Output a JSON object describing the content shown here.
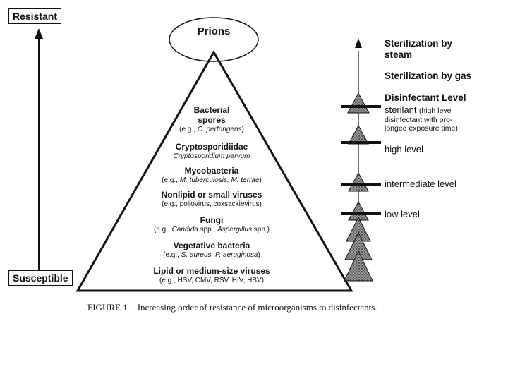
{
  "labels": {
    "resistant": "Resistant",
    "susceptible": "Susceptible",
    "prions": "Prions"
  },
  "pyramid": {
    "tiers": [
      {
        "name_line1": "Bacterial",
        "name_line2": "spores",
        "sub_prefix": "(e.g., ",
        "sub_italic": "C. perfringens",
        "sub_suffix": ")"
      },
      {
        "name": "Cryptosporidiidae",
        "sub_italic": "Cryptosporidium parvum"
      },
      {
        "name": "Mycobacteria",
        "sub_prefix": "(e.g., ",
        "sub_italic": "M. tuberculosis, M. terrae",
        "sub_suffix": ")"
      },
      {
        "name": "Nonlipid or small viruses",
        "sub": "(e.g., poliovirus, coxsackievirus)"
      },
      {
        "name": "Fungi",
        "sub_prefix": "(e.g., ",
        "sub_italic": "Candida",
        "sub_mid": " spp., ",
        "sub_italic2": "Aspergillus",
        "sub_suffix": " spp.)"
      },
      {
        "name": "Vegetative bacteria",
        "sub_prefix": "(e.g., ",
        "sub_italic": "S. aureus, P. aeruginosa",
        "sub_suffix": ")"
      },
      {
        "name": "Lipid or medium-size viruses",
        "sub": "(e.g., HSV, CMV, RSV, HIV, HBV)"
      }
    ]
  },
  "right_column": {
    "steam_line1": "Sterilization by",
    "steam_line2": "steam",
    "gas": "Sterilization by gas",
    "heading": "Disinfectant Level",
    "sterilant": "sterilant",
    "sterilant_note1": "(high level",
    "sterilant_note2": "disinfectant with pro-",
    "sterilant_note3": "longed exposure time)",
    "high": "high level",
    "intermediate": "intermediate level",
    "low": "low level"
  },
  "caption": {
    "figure": "FIGURE 1",
    "text": "Increasing order of resistance of microorganisms to disinfectants."
  },
  "colors": {
    "ink": "#111111",
    "stipple": "#555555",
    "paper": "#ffffff"
  }
}
